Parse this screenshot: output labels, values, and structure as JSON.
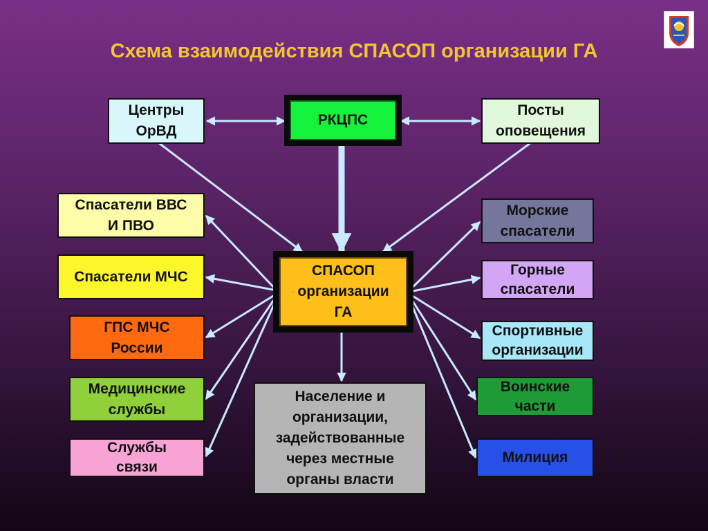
{
  "title": "Схема взаимодействия СПАСОП организации ГА",
  "colors": {
    "title": "#f2c531",
    "arrow": "#c9e9ff"
  },
  "nodes": {
    "orvd": "Центры ОрВД",
    "rkcps": "РКЦПС",
    "posts": "Посты оповещения",
    "center": "СПАСОП организации ГА",
    "vvs": "Спасатели ВВС И ПВО",
    "mchs": "Спасатели МЧС",
    "gps": "ГПС МЧС России",
    "med": "Медицинские службы",
    "svyaz": "Службы связи",
    "population": "Население и организации, задействованные через местные органы власти",
    "sea": "Морские спасатели",
    "mountain": "Горные спасатели",
    "sport": "Спортивные организации",
    "army": "Воинские части",
    "police": "Милиция"
  },
  "node_lines": {
    "orvd": [
      "Центры",
      "ОрВД"
    ],
    "rkcps": [
      "РКЦПС"
    ],
    "posts": [
      "Посты",
      "оповещения"
    ],
    "center": [
      "СПАСОП",
      "организации",
      "ГА"
    ],
    "vvs": [
      "Спасатели ВВС",
      "И ПВО"
    ],
    "mchs": [
      "Спасатели МЧС"
    ],
    "gps": [
      "ГПС МЧС",
      "России"
    ],
    "med": [
      "Медицинские",
      "службы"
    ],
    "svyaz": [
      "Службы",
      "связи"
    ],
    "population": [
      "Население и",
      "организации,",
      "задействованные",
      "через местные",
      "органы власти"
    ],
    "sea": [
      "Морские",
      "спасатели"
    ],
    "mountain": [
      "Горные",
      "спасатели"
    ],
    "sport": [
      "Спортивные",
      "организации"
    ],
    "army": [
      "Воинские",
      "части"
    ],
    "police": [
      "Милиция"
    ]
  }
}
